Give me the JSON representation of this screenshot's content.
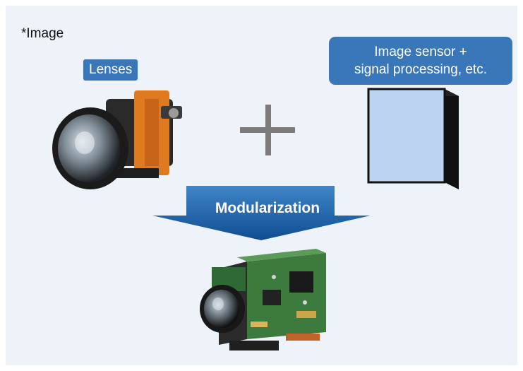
{
  "note": "*Image",
  "labels": {
    "lenses": "Lenses",
    "sensor_line1": "Image sensor +",
    "sensor_line2": "signal processing, etc."
  },
  "arrow": {
    "label": "Modularization"
  },
  "icons": [
    "lens-assembly-icon",
    "plus-icon",
    "image-sensor-icon",
    "camera-module-icon"
  ],
  "colors": {
    "background": "#eef3fa",
    "tag": "#3a77b8",
    "arrow_top": "#3f85c8",
    "arrow_bottom": "#0f4d92",
    "sensor_face": "#bcd4f2",
    "plus": "#7b7b7b",
    "lens_housing": "#e07a1f",
    "pcb": "#2f6a34"
  }
}
